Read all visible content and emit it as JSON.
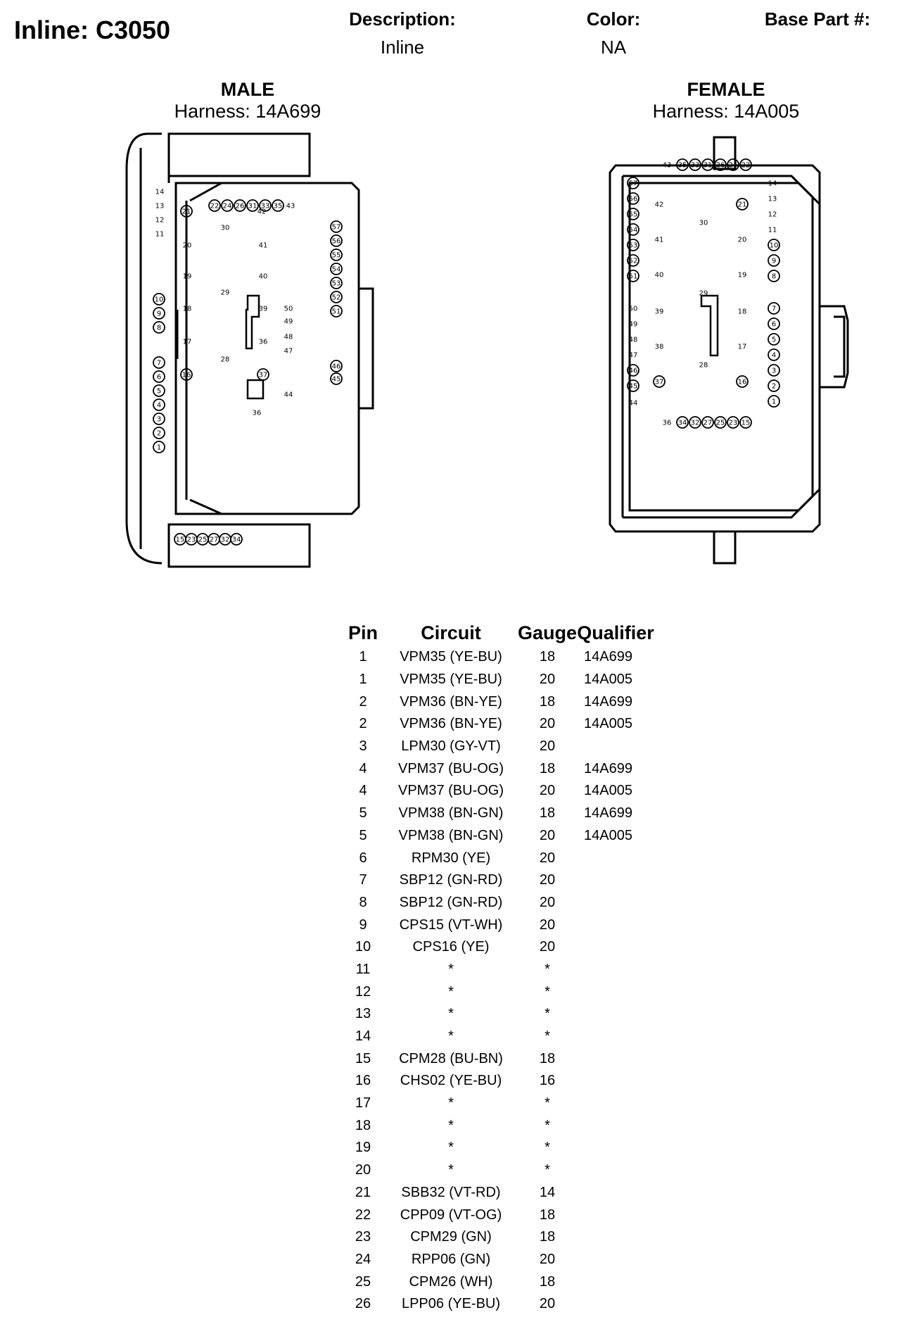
{
  "header": {
    "title": "Inline: C3050",
    "description_label": "Description:",
    "description_value": "Inline",
    "color_label": "Color:",
    "color_value": "NA",
    "base_part_label": "Base Part #:",
    "base_part_value": ""
  },
  "male": {
    "label": "MALE",
    "harness": "Harness: 14A699"
  },
  "female": {
    "label": "FEMALE",
    "harness": "Harness: 14A005"
  },
  "table": {
    "headers": [
      "Pin",
      "Circuit",
      "Gauge",
      "Qualifier"
    ],
    "rows": [
      [
        "1",
        "VPM35 (YE-BU)",
        "18",
        "14A699"
      ],
      [
        "1",
        "VPM35 (YE-BU)",
        "20",
        "14A005"
      ],
      [
        "2",
        "VPM36 (BN-YE)",
        "18",
        "14A699"
      ],
      [
        "2",
        "VPM36 (BN-YE)",
        "20",
        "14A005"
      ],
      [
        "3",
        "LPM30 (GY-VT)",
        "20",
        ""
      ],
      [
        "4",
        "VPM37 (BU-OG)",
        "18",
        "14A699"
      ],
      [
        "4",
        "VPM37 (BU-OG)",
        "20",
        "14A005"
      ],
      [
        "5",
        "VPM38 (BN-GN)",
        "18",
        "14A699"
      ],
      [
        "5",
        "VPM38 (BN-GN)",
        "20",
        "14A005"
      ],
      [
        "6",
        "RPM30 (YE)",
        "20",
        ""
      ],
      [
        "7",
        "SBP12 (GN-RD)",
        "20",
        ""
      ],
      [
        "8",
        "SBP12 (GN-RD)",
        "20",
        ""
      ],
      [
        "9",
        "CPS15 (VT-WH)",
        "20",
        ""
      ],
      [
        "10",
        "CPS16 (YE)",
        "20",
        ""
      ],
      [
        "11",
        "*",
        "*",
        ""
      ],
      [
        "12",
        "*",
        "*",
        ""
      ],
      [
        "13",
        "*",
        "*",
        ""
      ],
      [
        "14",
        "*",
        "*",
        ""
      ],
      [
        "15",
        "CPM28 (BU-BN)",
        "18",
        ""
      ],
      [
        "16",
        "CHS02 (YE-BU)",
        "16",
        ""
      ],
      [
        "17",
        "*",
        "*",
        ""
      ],
      [
        "18",
        "*",
        "*",
        ""
      ],
      [
        "19",
        "*",
        "*",
        ""
      ],
      [
        "20",
        "*",
        "*",
        ""
      ],
      [
        "21",
        "SBB32 (VT-RD)",
        "14",
        ""
      ],
      [
        "22",
        "CPP09 (VT-OG)",
        "18",
        ""
      ],
      [
        "23",
        "CPM29 (GN)",
        "18",
        ""
      ],
      [
        "24",
        "RPP06 (GN)",
        "20",
        ""
      ],
      [
        "25",
        "CPM26 (WH)",
        "18",
        ""
      ],
      [
        "26",
        "LPP06 (YE-BU)",
        "20",
        ""
      ]
    ]
  },
  "male_pins": {
    "circled": [
      "22",
      "24",
      "26",
      "31",
      "33",
      "35",
      "57",
      "56",
      "55",
      "54",
      "53",
      "52",
      "51",
      "21",
      "10",
      "9",
      "8",
      "7",
      "6",
      "5",
      "4",
      "3",
      "2",
      "1",
      "16",
      "37",
      "46",
      "45",
      "15",
      "23",
      "25",
      "27",
      "32",
      "34"
    ],
    "plain": [
      "43",
      "14",
      "13",
      "12",
      "11",
      "42",
      "30",
      "20",
      "41",
      "19",
      "40",
      "29",
      "18",
      "39",
      "50",
      "49",
      "17",
      "36",
      "48",
      "47",
      "28",
      "44",
      "36"
    ]
  },
  "female_pins": {
    "circled": [
      "35",
      "33",
      "31",
      "26",
      "24",
      "22",
      "57",
      "56",
      "55",
      "54",
      "53",
      "52",
      "51",
      "21",
      "10",
      "9",
      "8",
      "7",
      "6",
      "5",
      "4",
      "3",
      "2",
      "1",
      "46",
      "45",
      "37",
      "16",
      "34",
      "32",
      "27",
      "25",
      "23",
      "15"
    ],
    "plain": [
      "43",
      "14",
      "13",
      "12",
      "11",
      "42",
      "30",
      "41",
      "20",
      "40",
      "19",
      "29",
      "50",
      "39",
      "18",
      "49",
      "48",
      "38",
      "17",
      "47",
      "28",
      "44",
      "36"
    ]
  }
}
